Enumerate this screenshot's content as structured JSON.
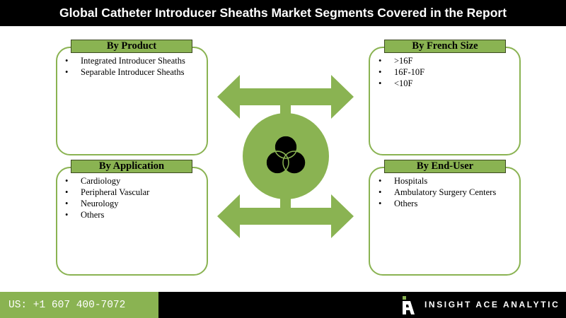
{
  "title": "Global Catheter Introducer Sheaths Market Segments Covered in the Report",
  "segments": {
    "product": {
      "label": "By Product",
      "items": [
        "Integrated Introducer Sheaths",
        "Separable Introducer Sheaths"
      ]
    },
    "french_size": {
      "label": "By French Size",
      "items": [
        ">16F",
        "16F-10F",
        "<10F"
      ]
    },
    "application": {
      "label": "By Application",
      "items": [
        "Cardiology",
        "Peripheral Vascular",
        "Neurology",
        "Others"
      ]
    },
    "end_user": {
      "label": "By End-User",
      "items": [
        "Hospitals",
        "Ambulatory Surgery Centers",
        "Others"
      ]
    }
  },
  "footer": {
    "phone": "US: +1 607 400-7072",
    "brand": "INSIGHT ACE ANALYTIC"
  },
  "colors": {
    "accent": "#8ab352",
    "dark": "#000000"
  },
  "icons": {
    "center": "three-circles-venn-icon",
    "logo": "insight-ace-logo-icon"
  }
}
